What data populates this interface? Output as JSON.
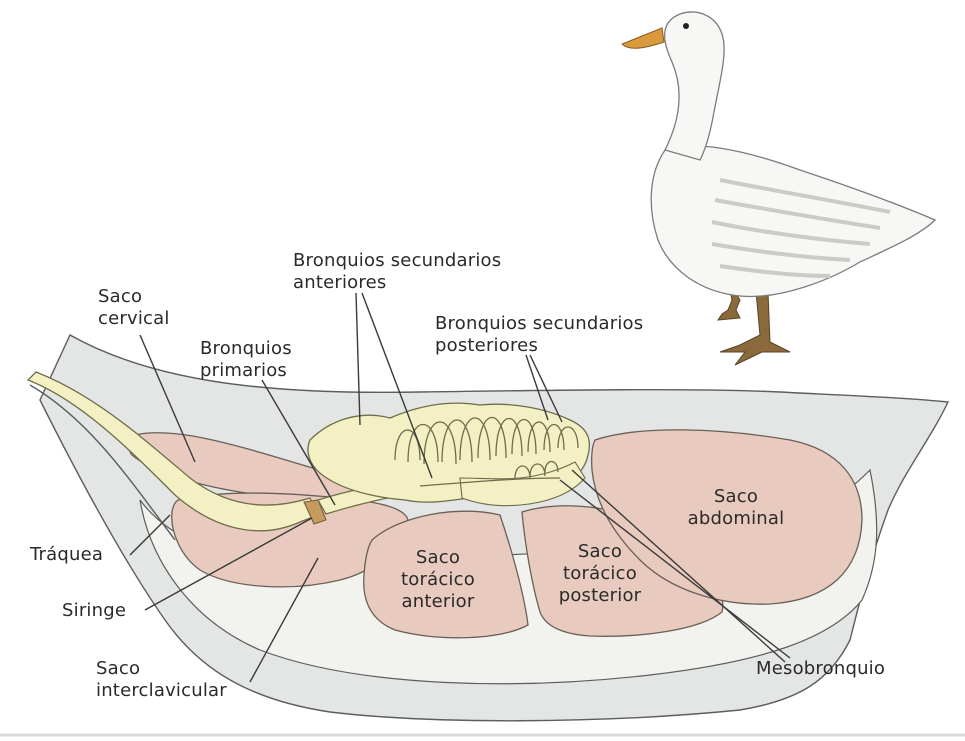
{
  "labels": {
    "saco_cervical": [
      "Saco",
      "cervical"
    ],
    "bronquios_primarios": [
      "Bronquios",
      "primarios"
    ],
    "bronquios_sec_anteriores": [
      "Bronquios secundarios",
      "anteriores"
    ],
    "bronquios_sec_posteriores": [
      "Bronquios secundarios",
      "posteriores"
    ],
    "saco_abdominal": [
      "Saco",
      "abdominal"
    ],
    "traquea": [
      "Tráquea"
    ],
    "siringe": [
      "Siringe"
    ],
    "saco_interclavicular": [
      "Saco",
      "interclavicular"
    ],
    "saco_toracico_anterior": [
      "Saco",
      "torácico",
      "anterior"
    ],
    "saco_toracico_posterior": [
      "Saco",
      "torácico",
      "posterior"
    ],
    "mesobronquio": [
      "Mesobronquio"
    ]
  },
  "colors": {
    "body_fill": "#e3e6e4",
    "body_stroke": "#5a5e5c",
    "inner_fill": "#f2f2ee",
    "sac_fill": "#e8cbbe",
    "sac_stroke": "#6a5f58",
    "lung_fill": "#f3f0c4",
    "lung_stroke": "#6e6c4a",
    "leader": "#3a3a3a",
    "goose_body": "#f7f7f5",
    "goose_shade": "#c9ccc8",
    "goose_beak": "#d99a3c",
    "goose_legs": "#8a6a3a"
  }
}
